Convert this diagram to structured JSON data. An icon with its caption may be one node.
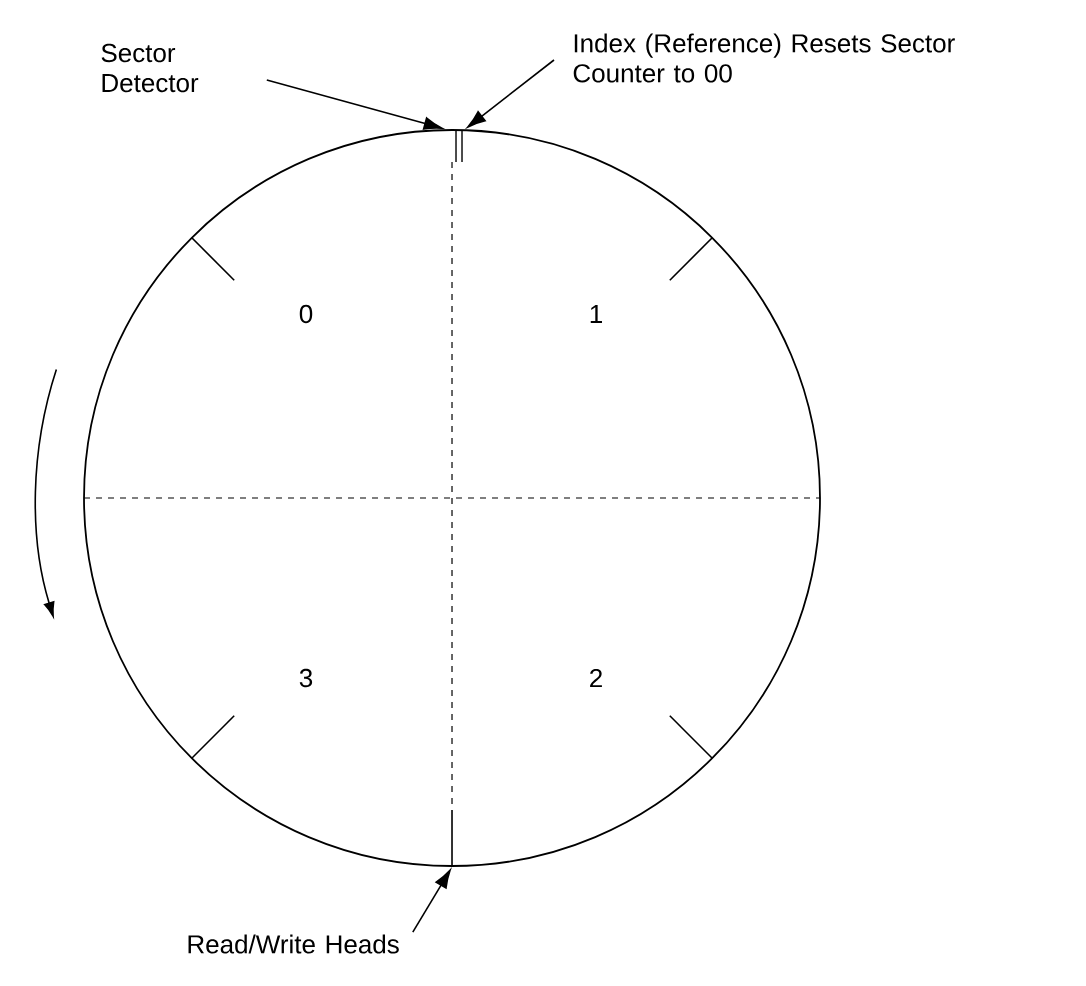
{
  "diagram": {
    "nodes": [
      {
        "text": [
          "Sector Detector"
        ]
      },
      {
        "text": [
          "Index (Reference) Resets Sector Counter to 00"
        ]
      },
      {
        "text": [],
        "shape": "circle"
      },
      {
        "text": [
          "Read/Write Heads"
        ]
      }
    ],
    "edges": [
      {
        "from": 0,
        "to": 2,
        "arrow": "to"
      },
      {
        "from": 1,
        "to": 2,
        "arrow": "to"
      },
      {
        "from": 3,
        "to": 2,
        "arrow": "to"
      }
    ],
    "labels": [
      "0",
      "1",
      "3",
      "2"
    ]
  }
}
